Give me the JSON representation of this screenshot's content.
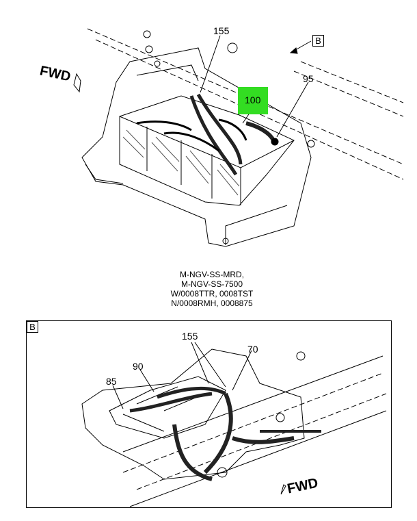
{
  "callouts_top": {
    "c155": "155",
    "c100": "100",
    "c95": "95"
  },
  "view_ref": "B",
  "fwd_top": "FWD",
  "fwd_bottom": "FWD",
  "caption_lines": [
    "M-NGV-SS-MRD,",
    "M-NGV-SS-7500",
    "W/0008TTR, 0008TST",
    "N/0008RMH, 0008875"
  ],
  "detail_label": "B",
  "callouts_bottom": {
    "c155": "155",
    "c70": "70",
    "c90": "90",
    "c85": "85"
  },
  "highlight_color": "#33dd22"
}
